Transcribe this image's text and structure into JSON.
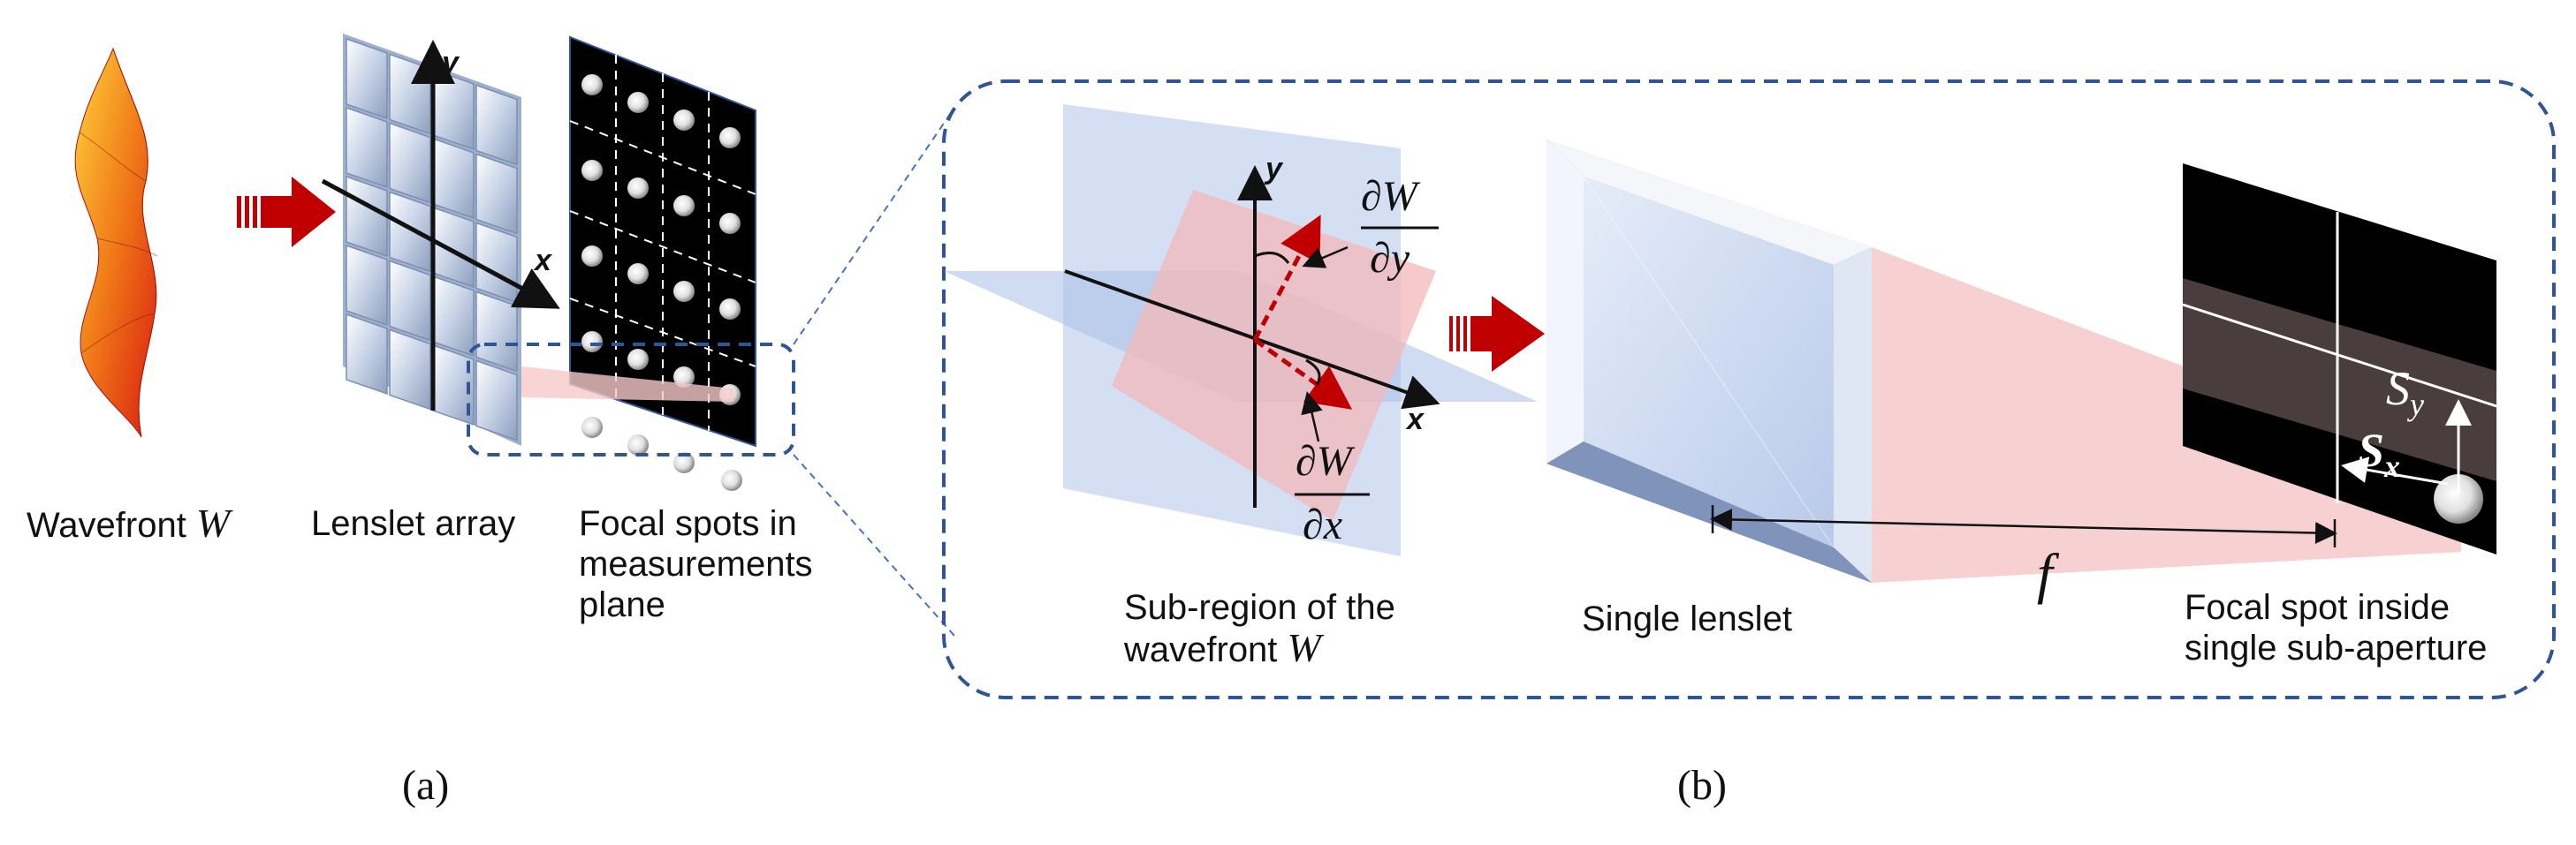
{
  "panel_a": {
    "wavefront_label": "Wavefront ",
    "wavefront_symbol": "W",
    "lenslet_label": "Lenslet array",
    "focal_label_lines": [
      "Focal spots in",
      "measurements",
      "plane"
    ],
    "axis_x": "x",
    "axis_y": "y",
    "caption": "(a)"
  },
  "panel_b": {
    "subregion_lines": [
      "Sub-region of the",
      "wavefront "
    ],
    "subregion_symbol": "W",
    "single_lenslet": "Single lenslet",
    "focal_spot_lines": [
      "Focal spot inside",
      "single sub-aperture"
    ],
    "focal_length": "f",
    "deriv_y_num": "∂W",
    "deriv_y_den": "∂y",
    "deriv_x_num": "∂W",
    "deriv_x_den": "∂x",
    "axis_x": "x",
    "axis_y": "y",
    "sx": "S",
    "sx_sub": "x",
    "sy": "S",
    "sy_sub": "y",
    "caption": "(b)"
  },
  "colors": {
    "arrow_red": "#c00000",
    "dash_blue": "#2f5597",
    "lens_blue": "#c9d7f0",
    "beam_pink": "#f6c9c9"
  }
}
